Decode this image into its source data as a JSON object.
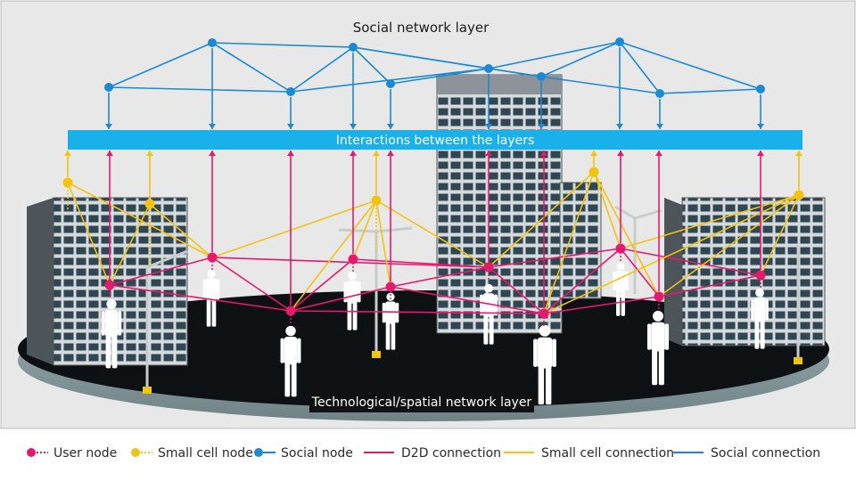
{
  "title_top": "Social network layer",
  "band_label": "Interactions between the layers",
  "bottom_label": "Technological/spatial network layer",
  "legend": [
    {
      "label": "User node",
      "kind": "node-dotted",
      "color": "#e6196e"
    },
    {
      "label": "Small cell node",
      "kind": "node-dotted",
      "color": "#f2c30f"
    },
    {
      "label": "Social node",
      "kind": "node-line",
      "color": "#1a8ad4"
    },
    {
      "label": "D2D connection",
      "kind": "line",
      "color": "#e6196e"
    },
    {
      "label": "Small cell connection",
      "kind": "line",
      "color": "#f2c30f"
    },
    {
      "label": "Social connection",
      "kind": "line",
      "color": "#1a8ad4"
    }
  ],
  "colors": {
    "user": "#e6196e",
    "smallcell": "#f2c30f",
    "social": "#1a8ad4",
    "band": "#1ab0ea",
    "background": "#e8e8e8",
    "platform": "#0e1114"
  }
}
